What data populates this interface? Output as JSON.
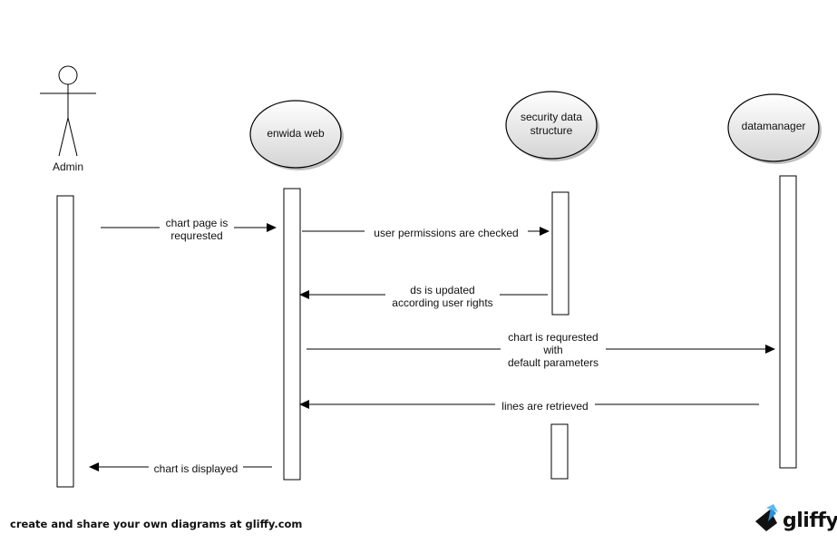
{
  "participants": {
    "admin": {
      "label": "Admin",
      "kind": "actor"
    },
    "enwida_web": {
      "label": "enwida web",
      "kind": "entity"
    },
    "security_ds": {
      "label": "security data\nstructure",
      "kind": "entity"
    },
    "datamanager": {
      "label": "datamanager",
      "kind": "entity"
    }
  },
  "messages": [
    {
      "from": "Admin",
      "to": "enwida web",
      "label": "chart page is\nrequrested"
    },
    {
      "from": "enwida web",
      "to": "security data structure",
      "label": "user permissions are checked"
    },
    {
      "from": "security data structure",
      "to": "enwida web",
      "label": "ds is updated\naccording user rights"
    },
    {
      "from": "enwida web",
      "to": "datamanager",
      "label": "chart is requrested\nwith\ndefault parameters"
    },
    {
      "from": "datamanager",
      "to": "enwida web",
      "label": "lines are retrieved"
    },
    {
      "from": "enwida web",
      "to": "Admin",
      "label": "chart is displayed"
    }
  ],
  "footer": {
    "text": "create and share your own diagrams at gliffy.com"
  },
  "brand": {
    "name": "gliffy",
    "icon": "gliffy-logo-icon"
  },
  "colors": {
    "line": "#000000",
    "node_fill_top": "#ffffff",
    "node_fill_bottom": "#d9d9d9",
    "shadow": "#bfbfbf"
  }
}
